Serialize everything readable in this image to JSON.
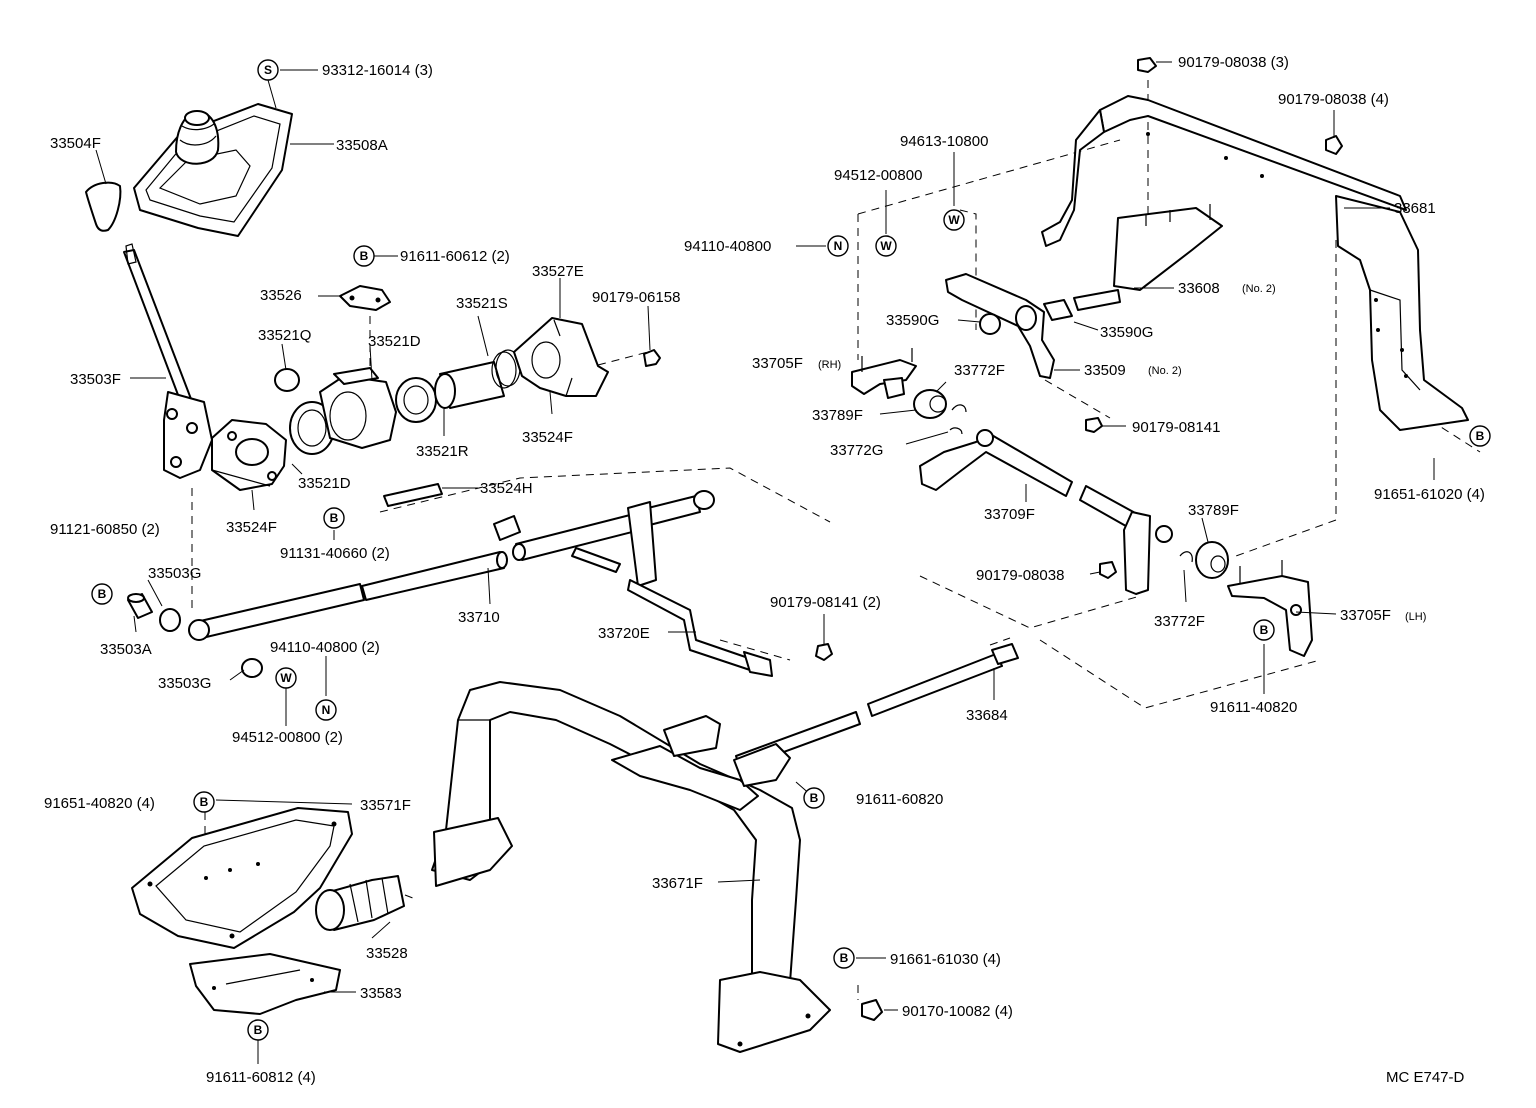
{
  "labels": {
    "p93312": "93312-16014 (3)",
    "p33508A": "33508A",
    "p33504F": "33504F",
    "p91611_60612": "91611-60612 (2)",
    "p33526": "33526",
    "p33527E": "33527E",
    "p90179_06158": "90179-06158",
    "p33521Q": "33521Q",
    "p33521D_top": "33521D",
    "p33521S": "33521S",
    "p33503F": "33503F",
    "p33521R": "33521R",
    "p33524F_right": "33524F",
    "p33521D_bottom": "33521D",
    "p33524F_left": "33524F",
    "p33524H": "33524H",
    "p91131": "91131-40660 (2)",
    "p91121": "91121-60850 (2)",
    "p33503G_top": "33503G",
    "p33503A": "33503A",
    "p33710": "33710",
    "p33503G_bottom": "33503G",
    "p94110_40800_2": "94110-40800 (2)",
    "p94512_00800_2": "94512-00800 (2)",
    "p33720E": "33720E",
    "p90179_08141_2": "90179-08141 (2)",
    "p90179_08038_3": "90179-08038 (3)",
    "p90179_08038_4": "90179-08038 (4)",
    "p94613": "94613-10800",
    "p94512_00800": "94512-00800",
    "p94110_40800": "94110-40800",
    "p33681": "33681",
    "p33608": "33608",
    "p33608_note": "(No. 2)",
    "p33590G_left": "33590G",
    "p33590G_right": "33590G",
    "p33705F_rh": "33705F",
    "p33705F_rh_note": "(RH)",
    "p33772F_top": "33772F",
    "p33509": "33509",
    "p33509_note": "(No. 2)",
    "p33789F_left": "33789F",
    "p33772G": "33772G",
    "p90179_08141": "90179-08141",
    "p91651_61020": "91651-61020 (4)",
    "p33709F": "33709F",
    "p33789F_right": "33789F",
    "p90179_08038": "90179-08038",
    "p33772F_bottom": "33772F",
    "p33705F_lh": "33705F",
    "p33705F_lh_note": "(LH)",
    "p33684": "33684",
    "p91611_40820": "91611-40820",
    "p91611_60820": "91611-60820",
    "p91651_40820": "91651-40820 (4)",
    "p33571F": "33571F",
    "p33671F": "33671F",
    "p33528": "33528",
    "p33583": "33583",
    "p91661": "91661-61030 (4)",
    "p90170": "90170-10082 (4)",
    "p91611_60812": "91611-60812 (4)",
    "drawing_code": "MC E747-D"
  },
  "symbols": {
    "s": "S",
    "b": "B",
    "n": "N",
    "w": "W"
  }
}
